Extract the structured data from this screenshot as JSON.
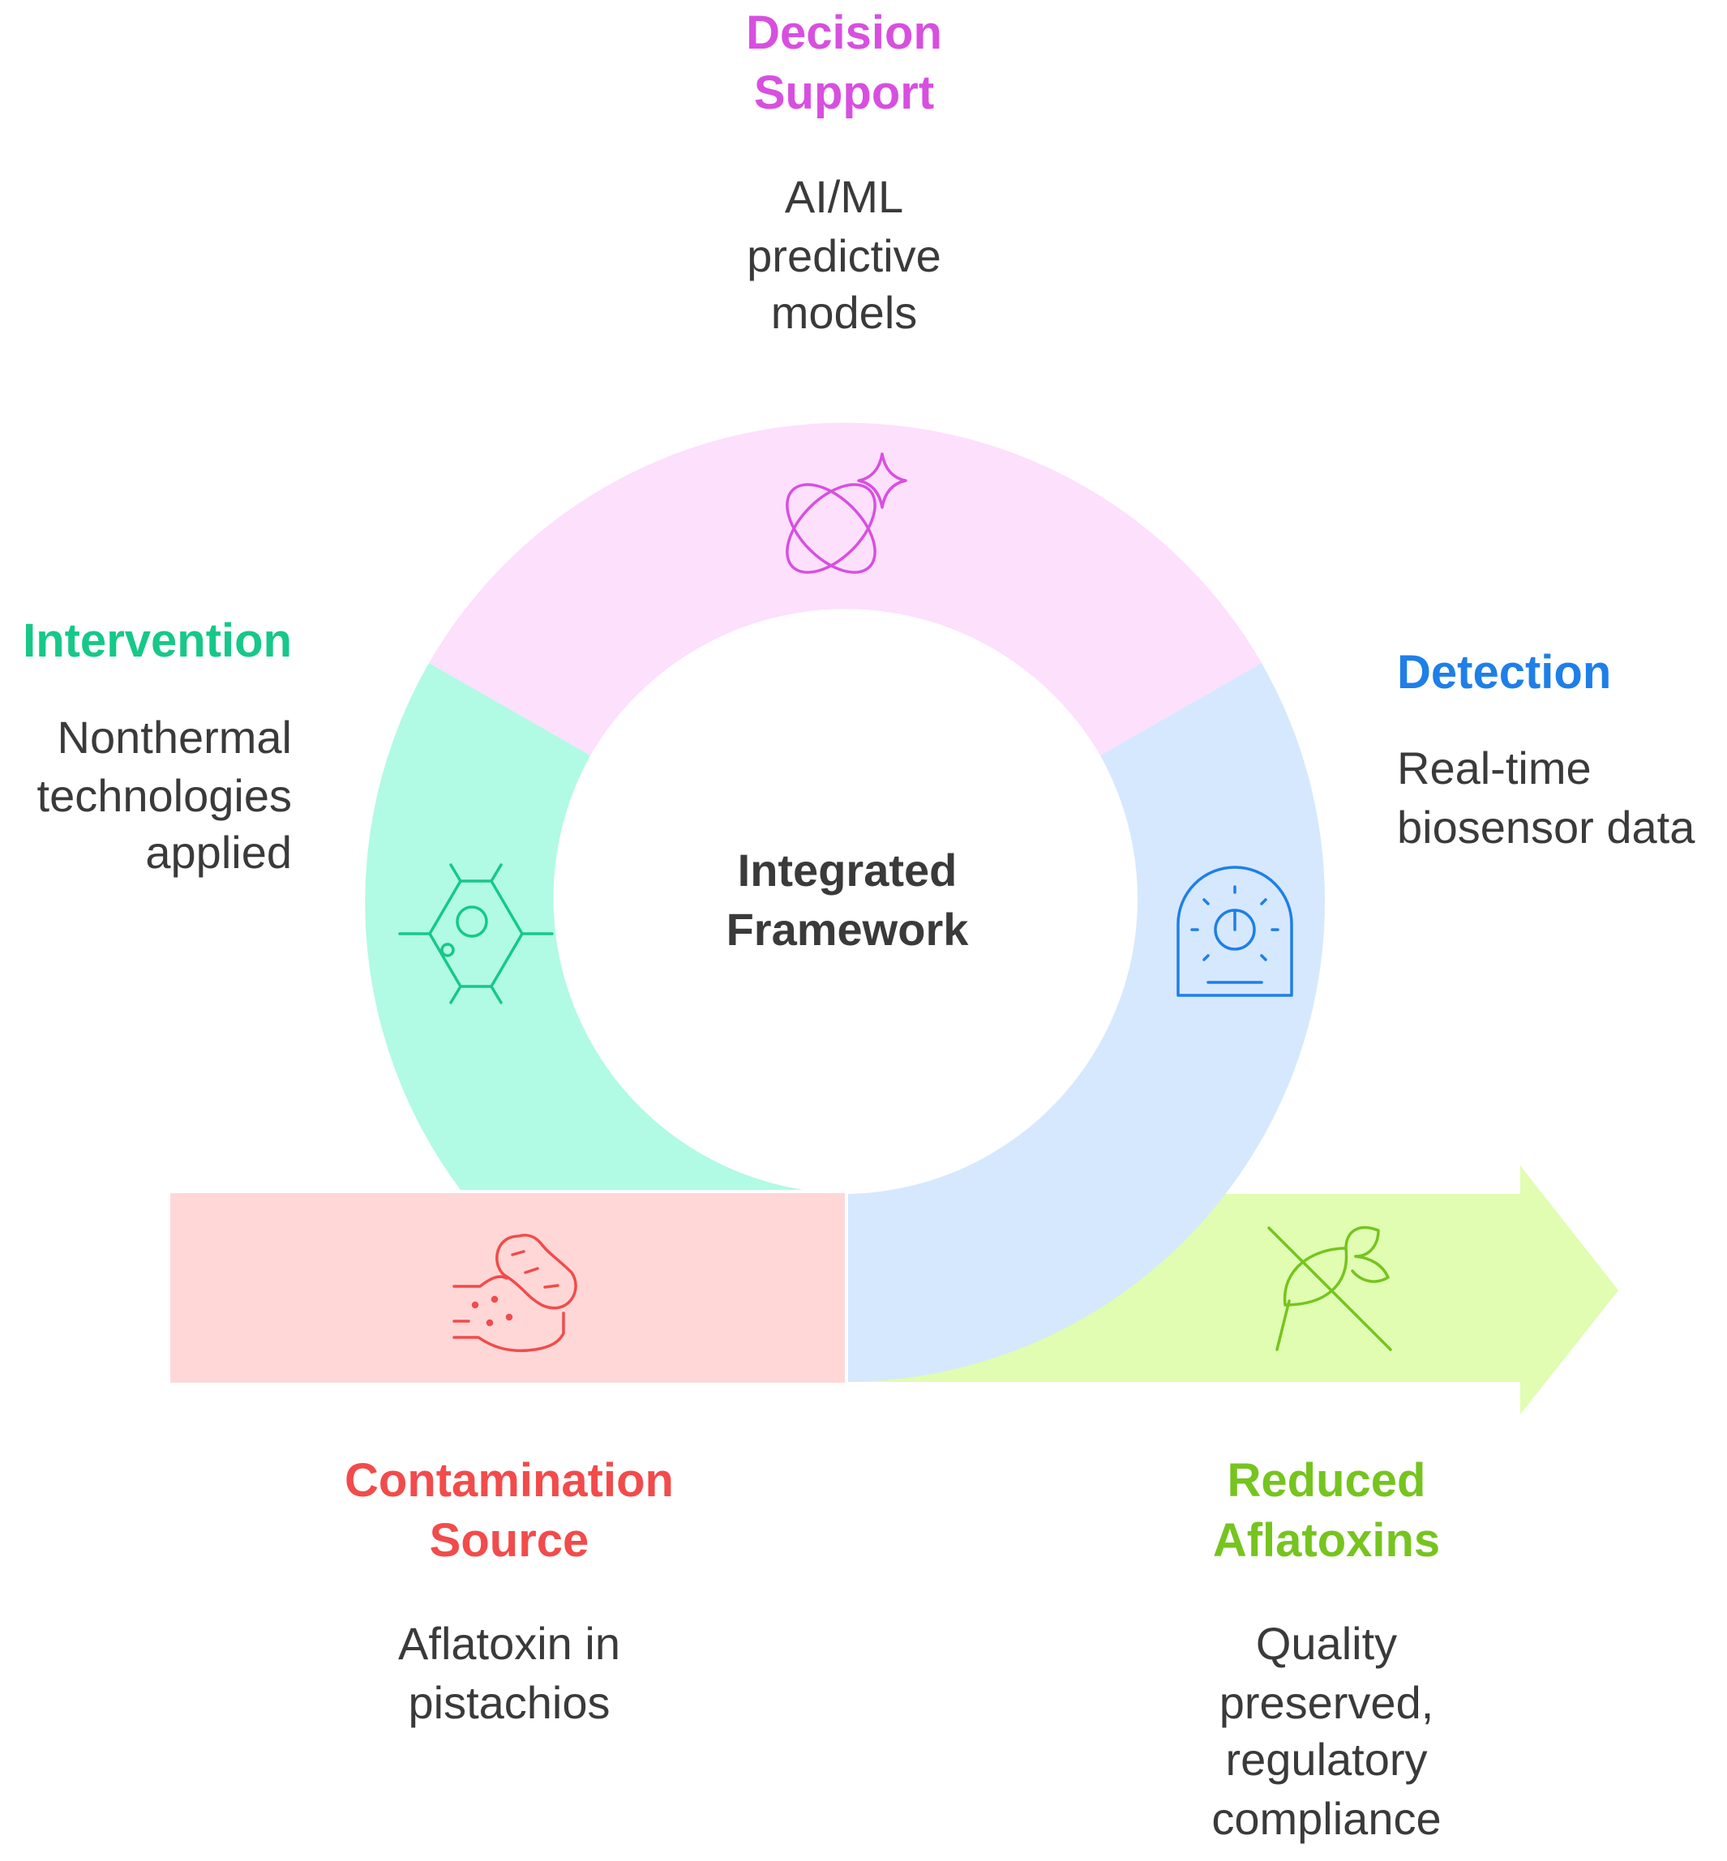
{
  "center": {
    "line1": "Integrated",
    "line2": "Framework"
  },
  "segments": {
    "decision_support": {
      "title_line1": "Decision",
      "title_line2": "Support",
      "desc_line1": "AI/ML",
      "desc_line2": "predictive",
      "desc_line3": "models",
      "color": "#D84FE0",
      "fill": "#FCE0FC",
      "icon": "atom-sparkle-icon"
    },
    "intervention": {
      "title": "Intervention",
      "desc_line1": "Nonthermal",
      "desc_line2": "technologies",
      "desc_line3": "applied",
      "color": "#16C889",
      "fill": "#B1FAE3",
      "icon": "cell-hexagon-icon"
    },
    "detection": {
      "title": "Detection",
      "desc_line1": "Real-time",
      "desc_line2": "biosensor data",
      "color": "#1E7FE8",
      "fill": "#D6E8FE",
      "icon": "sensor-device-icon"
    },
    "contamination_source": {
      "title_line1": "Contamination",
      "title_line2": "Source",
      "desc_line1": "Aflatoxin in",
      "desc_line2": "pistachios",
      "color": "#F24B4B",
      "fill": "#FFD7D7",
      "icon": "peanut-hand-icon"
    },
    "reduced_aflatoxins": {
      "title_line1": "Reduced",
      "title_line2": "Aflatoxins",
      "desc_line1": "Quality",
      "desc_line2": "preserved,",
      "desc_line3": "regulatory",
      "desc_line4": "compliance",
      "color": "#76C41F",
      "fill": "#E0FDB1",
      "icon": "no-leaf-icon"
    }
  }
}
